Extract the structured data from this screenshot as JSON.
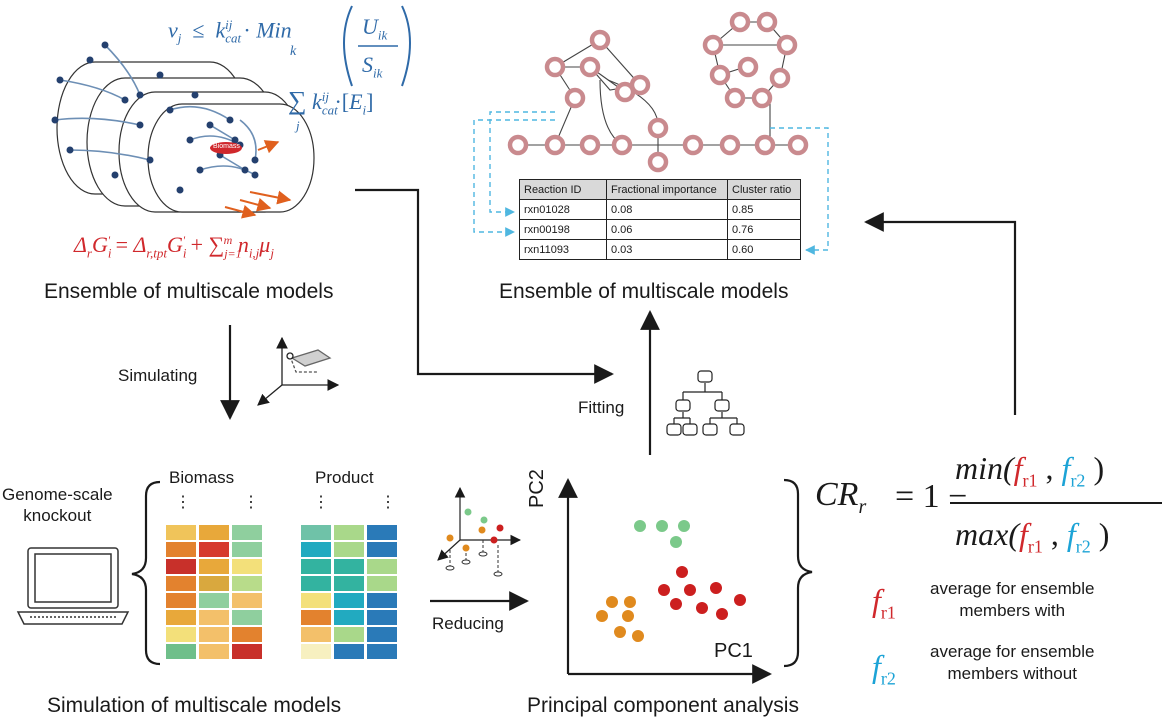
{
  "colors": {
    "arrow": "#1a1a1a",
    "node_stroke": "#c98a8e",
    "dash_blue": "#4fb7e0",
    "equation_blue": "#2f6aa8",
    "equation_red": "#d0282c",
    "fr1": "#d0282c",
    "fr2": "#1ca3d6",
    "pca_green": "#7bc98a",
    "pca_red": "#cc1f1f",
    "pca_orange": "#e08a1e"
  },
  "top_left": {
    "equation_capacity": "v_j ≤ k_cat^ij · Min_k (U_ik / S_ik) · Σ_j k_cat^ij · [E_i]",
    "equation_thermo": "Δ_r G'_i = Δ_r,tpt G'_i + Σ_{j=1}^{m} n_i,j μ_j",
    "biomass_tag": "Biomass",
    "caption": "Ensemble of multiscale models"
  },
  "top_right": {
    "caption": "Ensemble of multiscale models",
    "table": {
      "headers": [
        "Reaction ID",
        "Fractional importance",
        "Cluster ratio"
      ],
      "rows": [
        [
          "rxn01028",
          "0.08",
          "0.85"
        ],
        [
          "rxn00198",
          "0.06",
          "0.76"
        ],
        [
          "rxn11093",
          "0.03",
          "0.60"
        ]
      ]
    }
  },
  "steps": {
    "simulating": "Simulating",
    "reducing": "Reducing",
    "fitting": "Fitting"
  },
  "bottom_left": {
    "knockout_label": "Genome-scale\nknockout",
    "biomass_header": "Biomass",
    "product_header": "Product",
    "ellipsis": "⋮",
    "caption": "Simulation of multiscale models",
    "biomass_heatmap": [
      [
        "#f0c45a",
        "#e8a83a",
        "#8fcf9e"
      ],
      [
        "#e3822e",
        "#d63a2e",
        "#8fcf9e"
      ],
      [
        "#c8302a",
        "#e8a83a",
        "#f3e07a"
      ],
      [
        "#e3822e",
        "#d9a83e",
        "#b8dc8a"
      ],
      [
        "#e3822e",
        "#8fcf9e",
        "#f3c06a"
      ],
      [
        "#e8a83a",
        "#f3c06a",
        "#8fcf9e"
      ],
      [
        "#f3e07a",
        "#f3c06a",
        "#e3822e"
      ],
      [
        "#6fbf8a",
        "#f3c06a",
        "#c8302a"
      ]
    ],
    "product_heatmap": [
      [
        "#6fc2a8",
        "#a9d88a",
        "#2a7ab8"
      ],
      [
        "#22aac0",
        "#a9d88a",
        "#2a7ab8"
      ],
      [
        "#33b3a0",
        "#33b3a0",
        "#a9d88a"
      ],
      [
        "#33b3a0",
        "#33b3a0",
        "#a9d88a"
      ],
      [
        "#f3e07a",
        "#22aac0",
        "#2a7ab8"
      ],
      [
        "#e3822e",
        "#22aac0",
        "#2a7ab8"
      ],
      [
        "#f3c06a",
        "#a9d88a",
        "#2a7ab8"
      ],
      [
        "#f7f0c0",
        "#2a7ab8",
        "#2a7ab8"
      ]
    ]
  },
  "pca": {
    "xlabel": "PC1",
    "ylabel": "PC2",
    "caption": "Principal component analysis"
  },
  "formula": {
    "lhs": "CR",
    "lhs_sub": "r",
    "one": "= 1 −",
    "numerator_fn": "min(",
    "denominator_fn": "max(",
    "f": "f",
    "sub_r1": "r1",
    "sub_r2": "r2",
    "comma": ",",
    "close": ")",
    "legend_r1": "average for ensemble\nmembers with",
    "legend_r2": "average for ensemble\nmembers without"
  }
}
